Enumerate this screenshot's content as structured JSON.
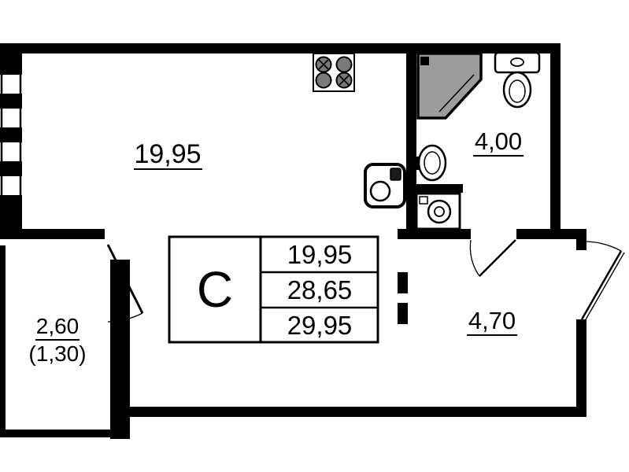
{
  "plan": {
    "rooms": {
      "living": {
        "area": "19,95"
      },
      "bathroom": {
        "area": "4,00"
      },
      "hallway": {
        "area": "4,70"
      },
      "balcony": {
        "area": "2,60",
        "area_reduced": "(1,30)"
      }
    },
    "legend": {
      "type": "С",
      "rows": [
        "19,95",
        "28,65",
        "29,95"
      ]
    },
    "colors": {
      "wall": "#000000",
      "background": "#ffffff",
      "shower": "#9c9c9c",
      "burner": "#7a7a7a"
    },
    "fixtures": [
      {
        "name": "stove-icon"
      },
      {
        "name": "kitchen-sink-icon"
      },
      {
        "name": "shower-icon"
      },
      {
        "name": "toilet-icon"
      },
      {
        "name": "washbasin-icon"
      },
      {
        "name": "washing-machine-icon"
      },
      {
        "name": "window-icon"
      }
    ]
  }
}
